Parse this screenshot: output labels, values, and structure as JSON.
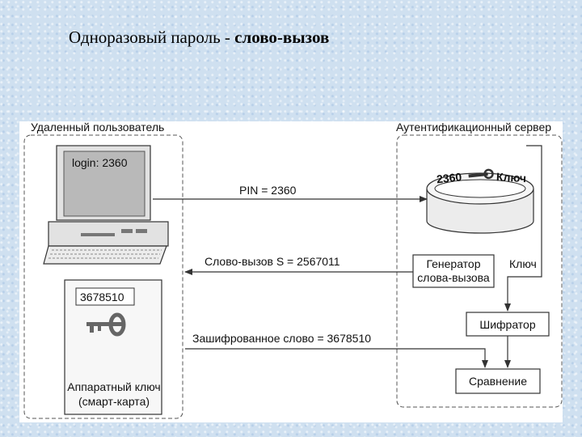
{
  "title": {
    "prefix": "Одноразовый пароль - ",
    "bold": "слово-вызов"
  },
  "user": {
    "group_label": "Удаленный пользователь",
    "screen_text": "login: 2360",
    "token_code": "3678510",
    "token_label_line1": "Аппаратный ключ",
    "token_label_line2": "(смарт-карта)"
  },
  "server": {
    "group_label": "Аутентификационный сервер",
    "db_code": "2360",
    "db_key": "Ключ",
    "generator_line1": "Генератор",
    "generator_line2": "слова-вызова",
    "key_label": "Ключ",
    "encryptor": "Шифратор",
    "compare": "Сравнение"
  },
  "messages": {
    "pin": "PIN = 2360",
    "challenge": "Слово-вызов S = 2567011",
    "encrypted": "Зашифрованное слово = 3678510"
  },
  "colors": {
    "line": "#333333",
    "dash": "#555555",
    "panel": "#ffffff"
  }
}
